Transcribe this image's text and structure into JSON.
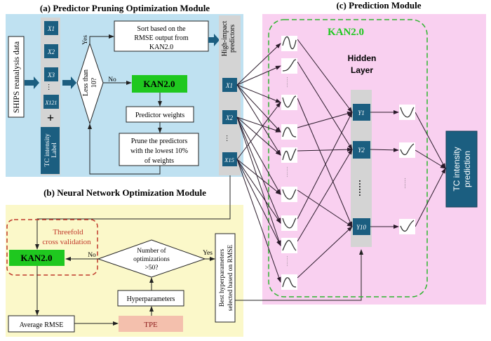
{
  "module_a": {
    "title": "(a) Predictor Pruning Optimization Module",
    "input_data": "SHIPS reanalysis data",
    "predictors": [
      "X1",
      "X2",
      "X3",
      "X121"
    ],
    "plus": "+",
    "label_line1": "TC intensity",
    "label_line2": "Label",
    "decision_line1": "Less than",
    "decision_line2": "10?",
    "yes": "Yes",
    "no": "No",
    "sort_box": [
      "Sort based on the",
      "RMSE output from",
      "KAN2.0"
    ],
    "kan": "KAN2.0",
    "weights": "Predictor weights",
    "prune_box": [
      "Prune the predictors",
      "with the lowest 10%",
      "of weights"
    ],
    "high_impact_line1": "High-impact",
    "high_impact_line2": "predictors",
    "selected": [
      "X1",
      "X2",
      "X15"
    ]
  },
  "module_b": {
    "title": "(b) Neural Network Optimization Module",
    "cv_line1": "Threefold",
    "cv_line2": "cross validation",
    "kan": "KAN2.0",
    "no": "No",
    "yes": "Yes",
    "decision": [
      "Number of",
      "optimizations",
      ">50?"
    ],
    "hyperparameters": "Hyperparameters",
    "tpe": "TPE",
    "avg_rmse": "Average RMSE",
    "best_line1": "Best hyperparameters",
    "best_line2": "selected based on RMSE"
  },
  "module_c": {
    "title": "(c) Prediction Module",
    "kan": "KAN2.0",
    "hidden_line1": "Hidden",
    "hidden_line2": "Layer",
    "hidden_nodes": [
      "Y1",
      "Y2",
      "Y10"
    ],
    "output_line1": "TC intensity",
    "output_line2": "prediction"
  },
  "colors": {
    "panel_a": "#bfe1f1",
    "panel_b": "#fbf8c9",
    "panel_c": "#f9d0f0",
    "node": "#1b5e80",
    "kan_green": "#1fc81f",
    "tpe": "#f4c0ad",
    "cv_red": "#c0392b",
    "gray_column": "#d4d4d4"
  }
}
